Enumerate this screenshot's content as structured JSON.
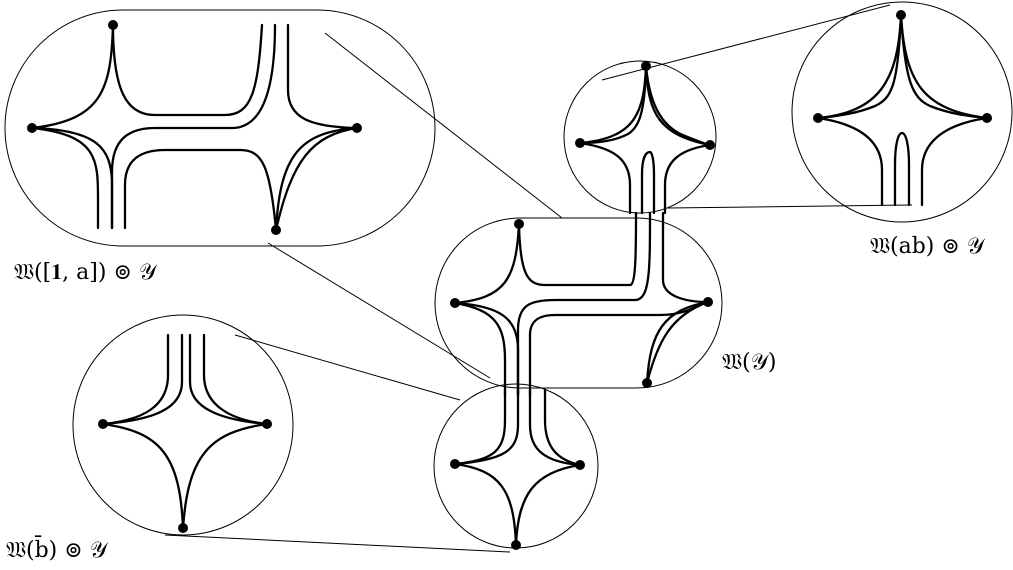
{
  "labels": {
    "commutator": "𝔚([𝟏, a]) ⊚ 𝒴",
    "product": "𝔚(ab) ⊚ 𝒴",
    "main": "𝔚(𝒴)",
    "inverse": "𝔚(b̄) ⊚ 𝒴"
  }
}
